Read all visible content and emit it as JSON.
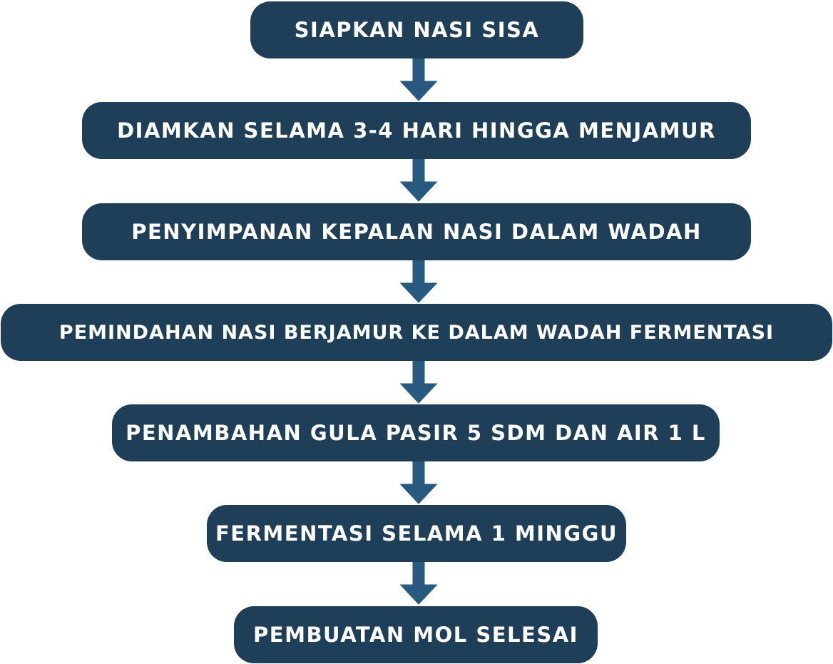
{
  "flowchart": {
    "steps": [
      "SIAPKAN NASI SISA",
      "DIAMKAN SELAMA 3-4 HARI HINGGA MENJAMUR",
      "PENYIMPANAN KEPALAN NASI DALAM WADAH",
      "PEMINDAHAN NASI BERJAMUR KE DALAM WADAH FERMENTASI",
      "PENAMBAHAN GULA PASIR 5 SDM DAN AIR 1 L",
      "FERMENTASI SELAMA 1 MINGGU",
      "PEMBUATAN MOL SELESAI"
    ],
    "colors": {
      "box": "#1f3f58",
      "arrow": "#285a7f",
      "text": "#ffffff"
    }
  }
}
